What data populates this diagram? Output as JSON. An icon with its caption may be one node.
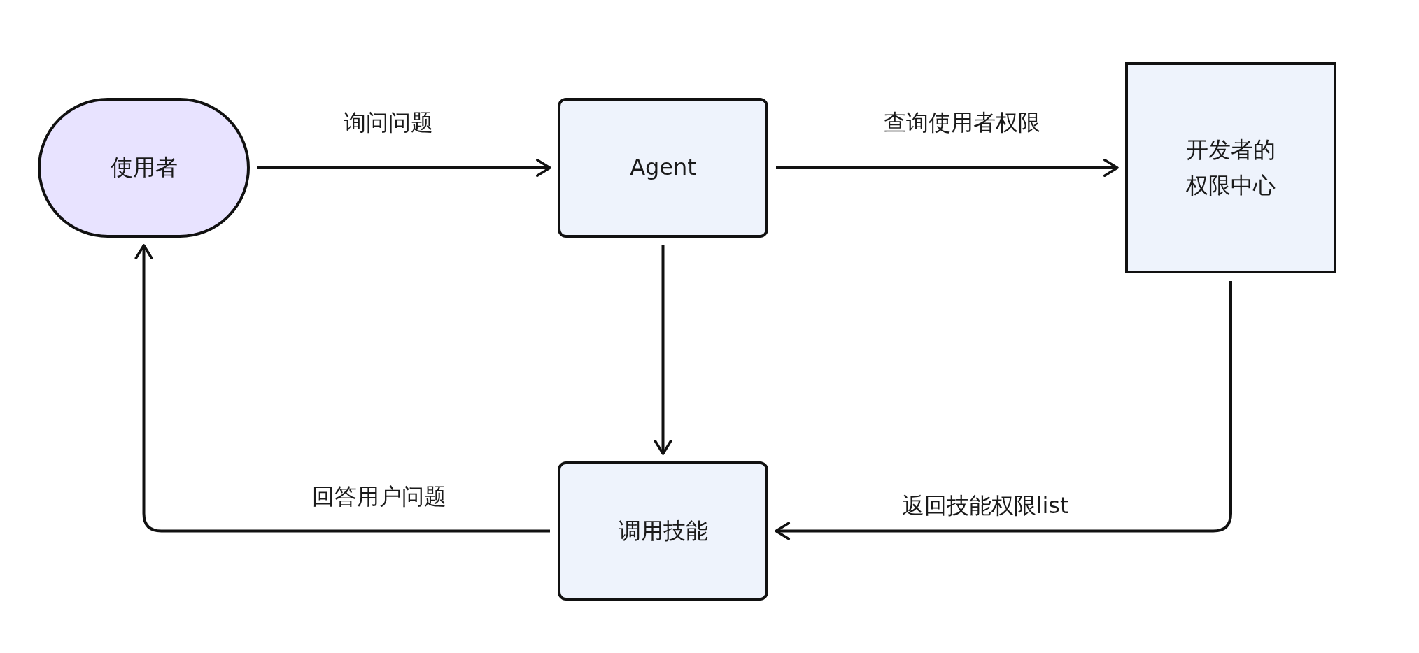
{
  "diagram": {
    "nodes": [
      {
        "text": [
          "使用者"
        ]
      },
      {
        "text": [
          "Agent"
        ]
      },
      {
        "text": [
          "开发者的权限中心"
        ]
      },
      {
        "text": [
          "调用技能"
        ]
      }
    ],
    "edges": [
      {
        "from": 0,
        "to": 1,
        "arrow": "to",
        "label": "询问问题"
      },
      {
        "from": 1,
        "to": 2,
        "arrow": "to",
        "label": "查询使用者权限"
      },
      {
        "from": 1,
        "to": 3,
        "arrow": "to"
      },
      {
        "from": 2,
        "to": 3,
        "arrow": "to",
        "label": "返回技能权限list"
      },
      {
        "from": 3,
        "to": 0,
        "arrow": "to",
        "label": "回答用户问题"
      }
    ]
  }
}
